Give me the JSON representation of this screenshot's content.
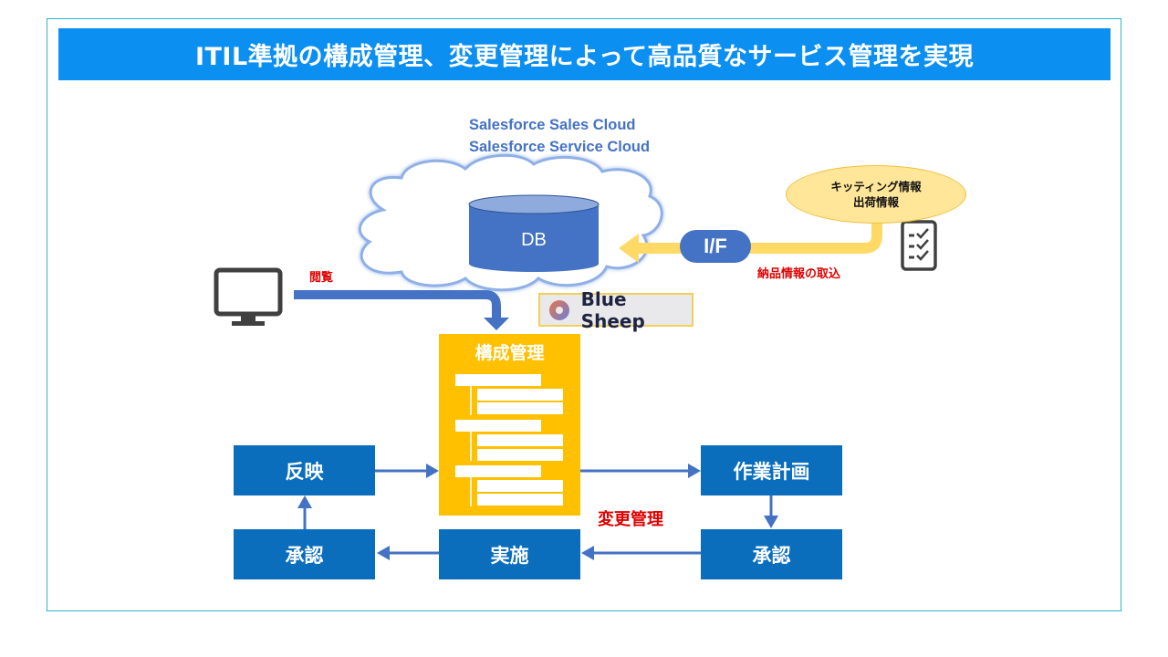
{
  "title": "ITIL準拠の構成管理、変更管理によって高品質なサービス管理を実現",
  "cloud": {
    "lines": [
      "Salesforce Sales Cloud",
      "Salesforce Service Cloud"
    ],
    "db_label": "DB"
  },
  "interface": {
    "label": "I/F",
    "source_lines": [
      "キッティング情報",
      "出荷情報"
    ],
    "caption": "納品情報の取込"
  },
  "browse_label": "閲覧",
  "badge": {
    "label": "Blue Sheep"
  },
  "config": {
    "title": "構成管理"
  },
  "change_mgmt_label": "変更管理",
  "cycle": {
    "reflect": "反映",
    "approve_left": "承認",
    "implement": "実施",
    "work_plan": "作業計画",
    "approve_right": "承認"
  },
  "colors": {
    "title_bg": "#0b8ff0",
    "box_blue": "#0a6ebd",
    "arrow_blue": "#4472c4",
    "config_yellow": "#ffc000",
    "label_red": "#e00000",
    "frame": "#2bb3d1"
  }
}
